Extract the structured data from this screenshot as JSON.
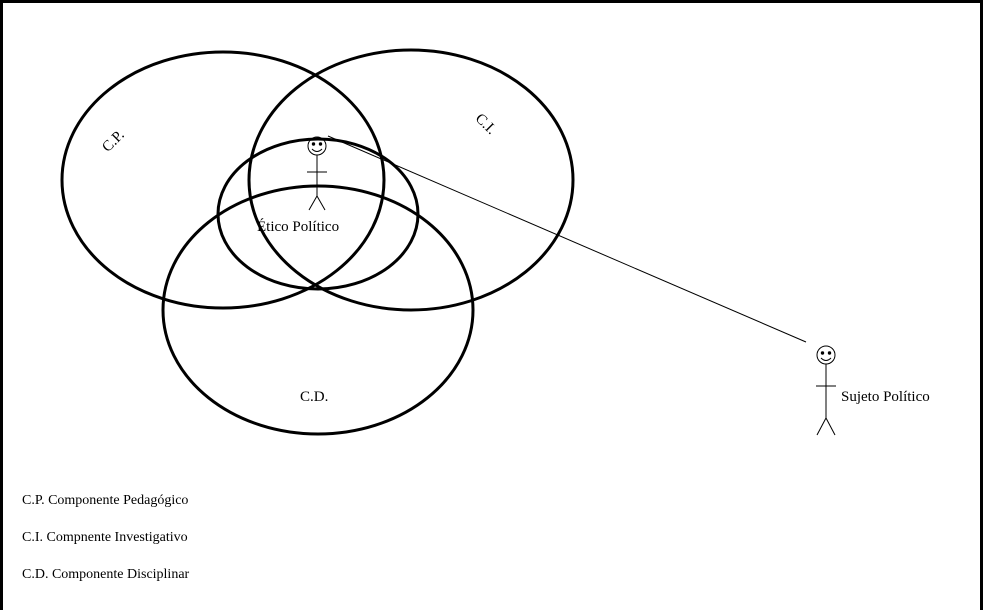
{
  "diagram": {
    "circles": {
      "cp": "C.P.",
      "ci": "C.I.",
      "cd": "C.D.",
      "center": "Ético Político"
    },
    "figure_label": "Sujeto Político"
  },
  "legend": {
    "cp": "C.P. Componente Pedagógico",
    "ci": "C.I. Compnente Investigativo",
    "cd": "C.D. Componente Disciplinar"
  }
}
